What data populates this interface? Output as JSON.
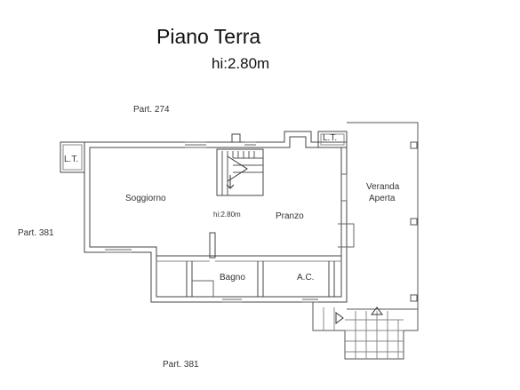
{
  "header": {
    "title": "Piano Terra",
    "height": "hi:2.80m"
  },
  "parcels": {
    "top": "Part. 274",
    "left": "Part. 381",
    "bottom": "Part. 381"
  },
  "rooms": {
    "soggiorno": "Soggiorno",
    "pranzo": "Pranzo",
    "room_height": "hi:2.80m",
    "bagno": "Bagno",
    "ac": "A.C.",
    "veranda_line1": "Veranda",
    "veranda_line2": "Aperta"
  },
  "fixtures": {
    "lt_left": "L.T.",
    "lt_right": "L.T."
  }
}
